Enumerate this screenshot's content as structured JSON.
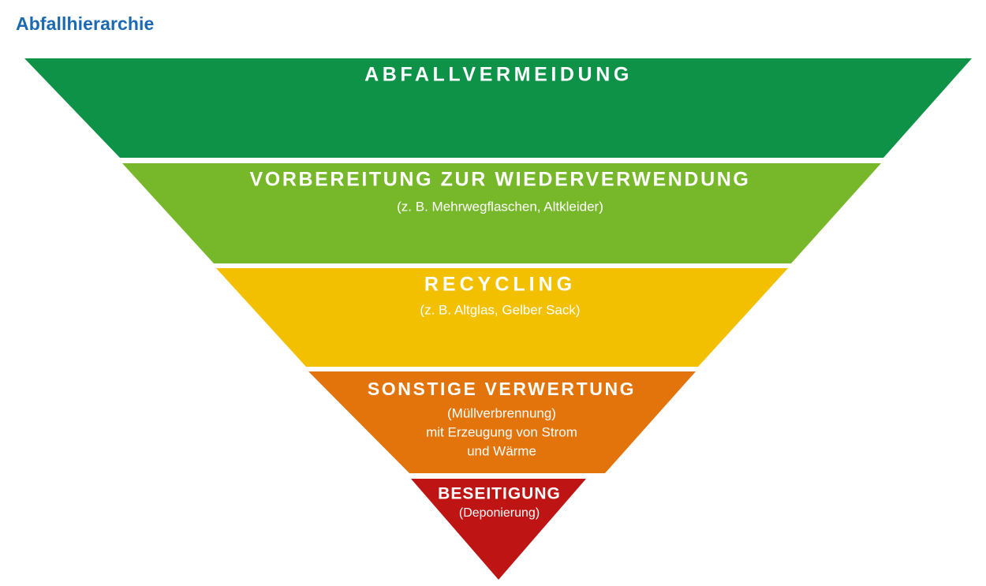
{
  "page": {
    "title": "Abfallhierarchie",
    "title_color": "#1b69b3",
    "background": "#ffffff"
  },
  "chart_data": {
    "type": "funnel",
    "title": "Abfallhierarchie",
    "orientation": "inverted-pyramid",
    "note": "Waste hierarchy, widest (highest priority) at top narrowing to a point at the bottom",
    "levels": [
      {
        "rank": 1,
        "label": "ABFALLVERMEIDUNG",
        "sublabel": "",
        "sublabel_lines": [],
        "color": "#0e9247",
        "width_share": 100
      },
      {
        "rank": 2,
        "label": "VORBEREITUNG ZUR WIEDERVERWENDUNG",
        "sublabel": "(z. B. Mehrwegflaschen, Altkleider)",
        "sublabel_lines": [
          "(z. B. Mehrwegflaschen, Altkleider)"
        ],
        "color": "#76b82a",
        "width_share": 80
      },
      {
        "rank": 3,
        "label": "RECYCLING",
        "sublabel": "(z. B. Altglas, Gelber Sack)",
        "sublabel_lines": [
          "(z. B. Altglas, Gelber Sack)"
        ],
        "color": "#f3c000",
        "width_share": 61
      },
      {
        "rank": 4,
        "label": "SONSTIGE VERWERTUNG",
        "sublabel": "(Müllverbrennung) mit Erzeugung von Strom und Wärme",
        "sublabel_lines": [
          "(Müllverbrennung)",
          "mit Erzeugung von Strom",
          "und Wärme"
        ],
        "color": "#e2740b",
        "width_share": 41
      },
      {
        "rank": 5,
        "label": "BESEITIGUNG",
        "sublabel": "(Deponierung)",
        "sublabel_lines": [
          "(Deponierung)"
        ],
        "color": "#be1414",
        "width_share": 19
      }
    ]
  }
}
